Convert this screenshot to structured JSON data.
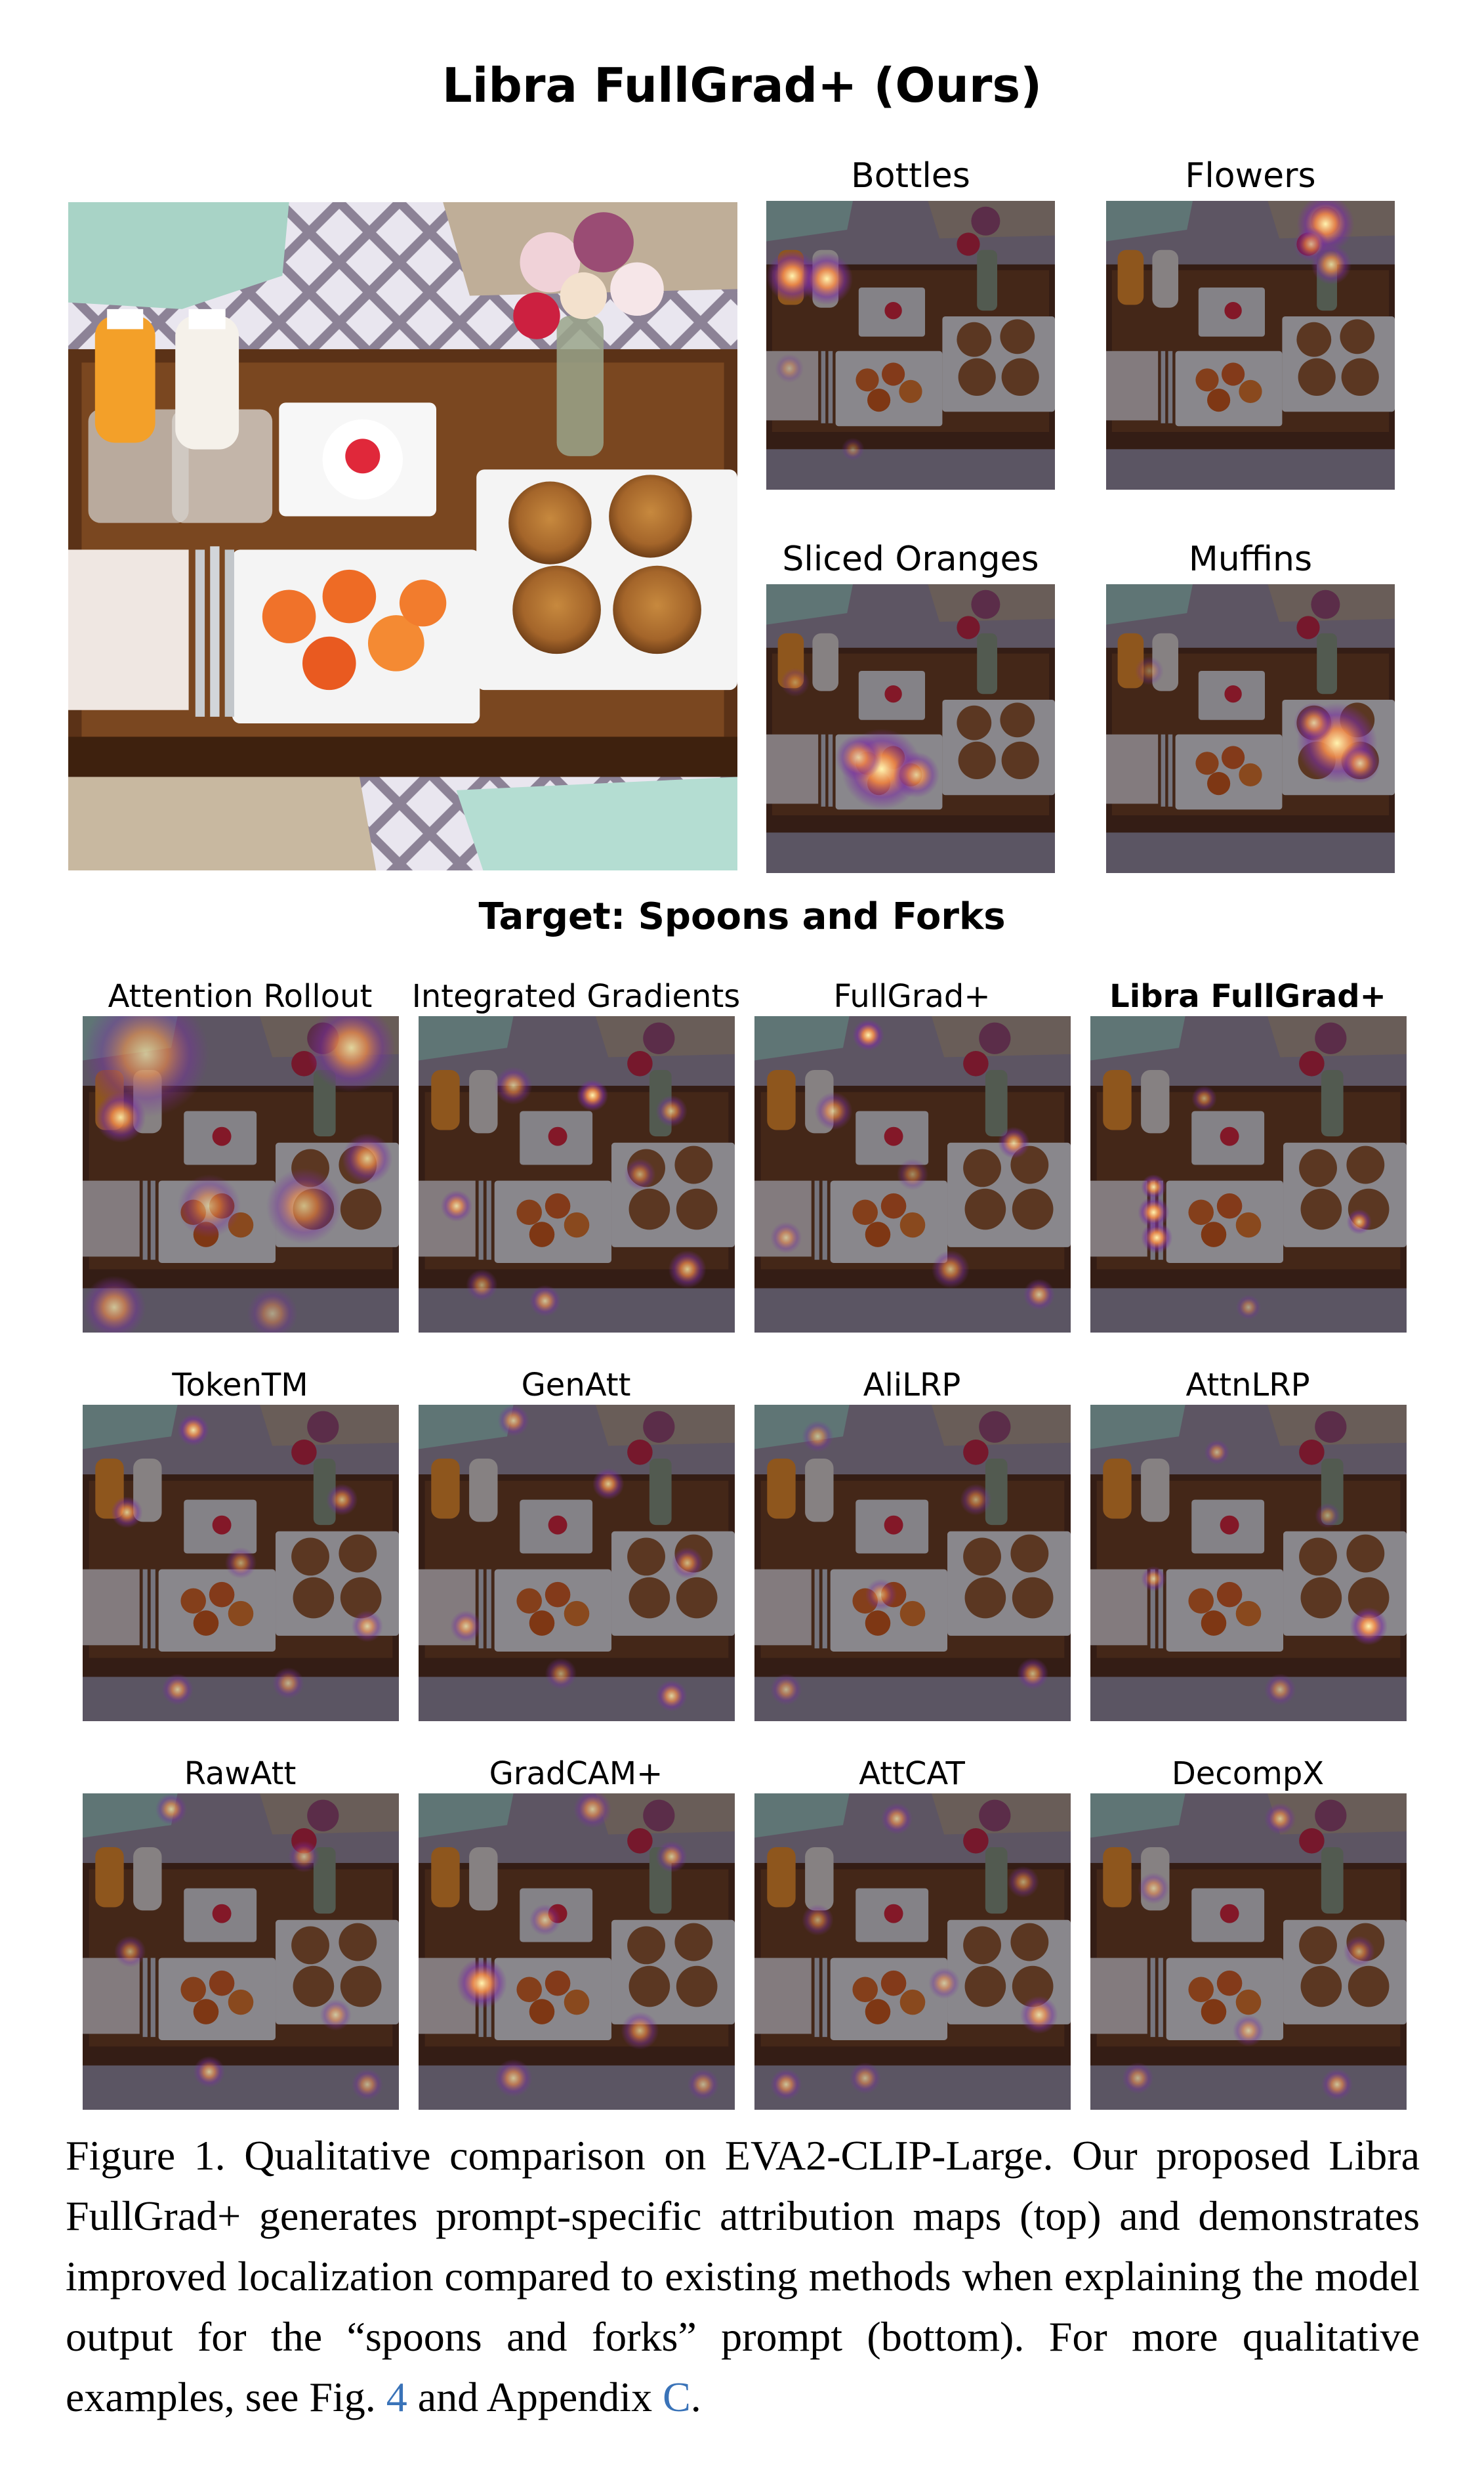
{
  "title": "Libra FullGrad+ (Ours)",
  "top_panels": [
    {
      "label": "Bottles",
      "highlight": "bottles"
    },
    {
      "label": "Flowers",
      "highlight": "flowers"
    },
    {
      "label": "Sliced Oranges",
      "highlight": "oranges"
    },
    {
      "label": "Muffins",
      "highlight": "muffins"
    }
  ],
  "target_heading": "Target: Spoons and Forks",
  "methods": [
    {
      "label": "Attention Rollout",
      "bold": false
    },
    {
      "label": "Integrated Gradients",
      "bold": false
    },
    {
      "label": "FullGrad+",
      "bold": false
    },
    {
      "label": "Libra FullGrad+",
      "bold": true
    },
    {
      "label": "TokenTM",
      "bold": false
    },
    {
      "label": "GenAtt",
      "bold": false
    },
    {
      "label": "AliLRP",
      "bold": false
    },
    {
      "label": "AttnLRP",
      "bold": false
    },
    {
      "label": "RawAtt",
      "bold": false
    },
    {
      "label": "GradCAM+",
      "bold": false
    },
    {
      "label": "AttCAT",
      "bold": false
    },
    {
      "label": "DecompX",
      "bold": false
    }
  ],
  "caption": {
    "text_before_fig": "Figure 1. Qualitative comparison on EVA2-CLIP-Large. Our proposed Libra FullGrad+ generates prompt-specific attribution maps (top) and demonstrates improved localization compared to existing methods when explaining the model output for the “spoons and forks” prompt (bottom). For more qualitative examples, see Fig. ",
    "fig_ref": "4",
    "text_middle": " and Appendix ",
    "appendix_ref": "C",
    "text_end": "."
  },
  "colors": {
    "heat_core": "#fff4b0",
    "heat_mid": "#f08a4b",
    "heat_outer": "#7a2fa0",
    "link": "#3a73b8"
  }
}
